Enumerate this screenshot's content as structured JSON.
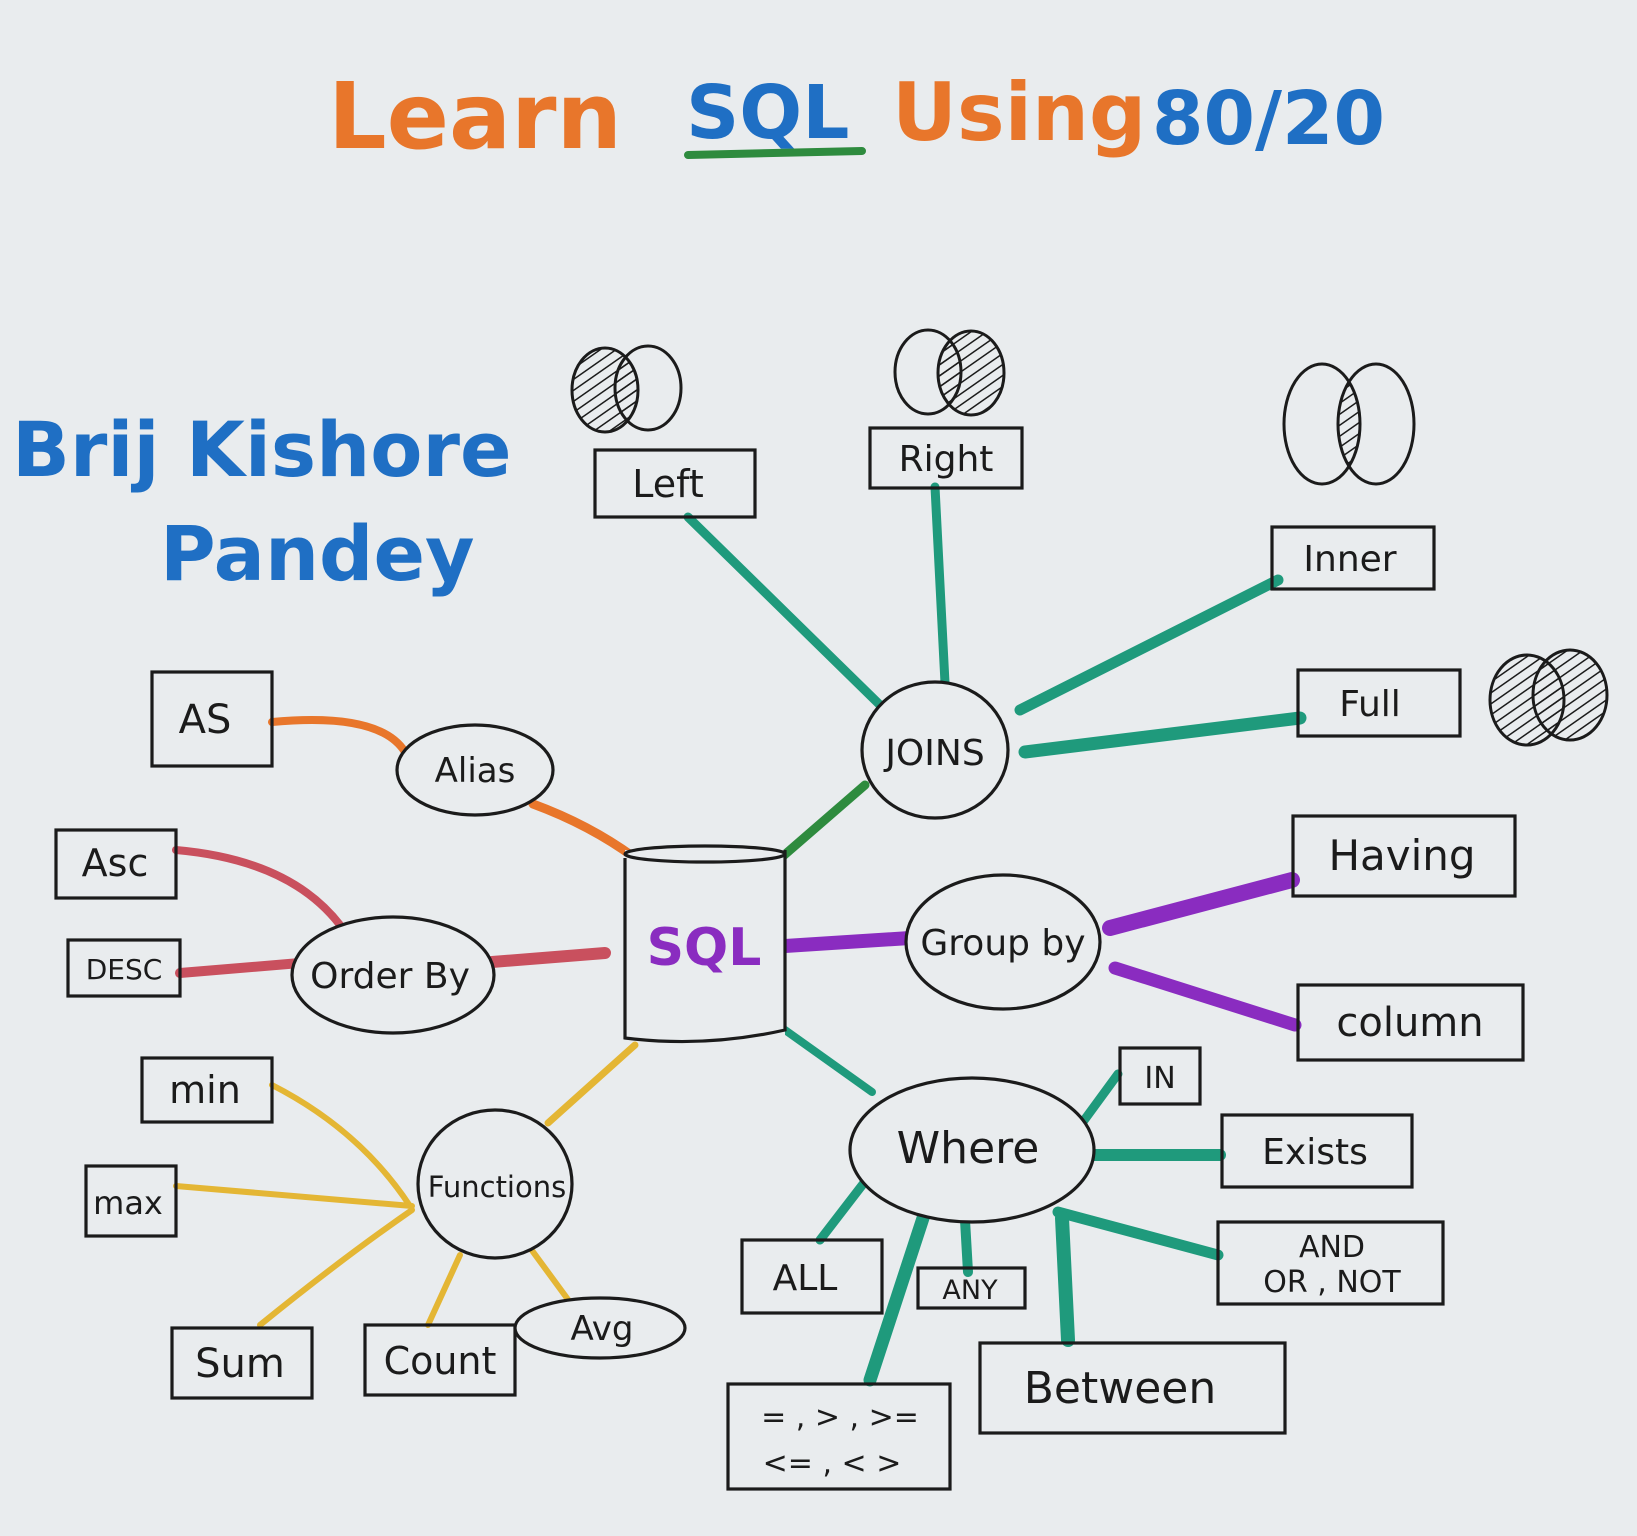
{
  "title": {
    "learn": "Learn",
    "sql": "SQL",
    "using": "Using",
    "ratio": "80/20"
  },
  "author": {
    "line1": "Brij Kishore",
    "line2": "Pandey"
  },
  "center": "SQL",
  "hubs": {
    "joins": "JOINS",
    "groupby": "Group by",
    "where": "Where",
    "functions": "Functions",
    "orderby": "Order By",
    "alias": "Alias"
  },
  "joins": {
    "left": "Left",
    "right": "Right",
    "inner": "Inner",
    "full": "Full"
  },
  "groupby": {
    "having": "Having",
    "column": "column"
  },
  "where": {
    "in": "IN",
    "exists": "Exists",
    "and_line1": "AND",
    "and_line2": "OR , NOT",
    "between": "Between",
    "ops_line1": "= , > , >=",
    "ops_line2": "<= , < >",
    "any": "ANY",
    "all": "ALL"
  },
  "functions": {
    "min": "min",
    "max": "max",
    "sum": "Sum",
    "count": "Count",
    "avg": "Avg"
  },
  "orderby": {
    "asc": "Asc",
    "desc": "DESC"
  },
  "alias": {
    "as": "AS"
  },
  "colors": {
    "orange": "#e8762b",
    "blue": "#1f6fc4",
    "green": "#2e8b3e",
    "teal": "#1f9a7c",
    "purple": "#8a2cc0",
    "red": "#c9505e",
    "yellow": "#e4b634",
    "ink": "#1b1b1b",
    "paper": "#e9ecee"
  }
}
